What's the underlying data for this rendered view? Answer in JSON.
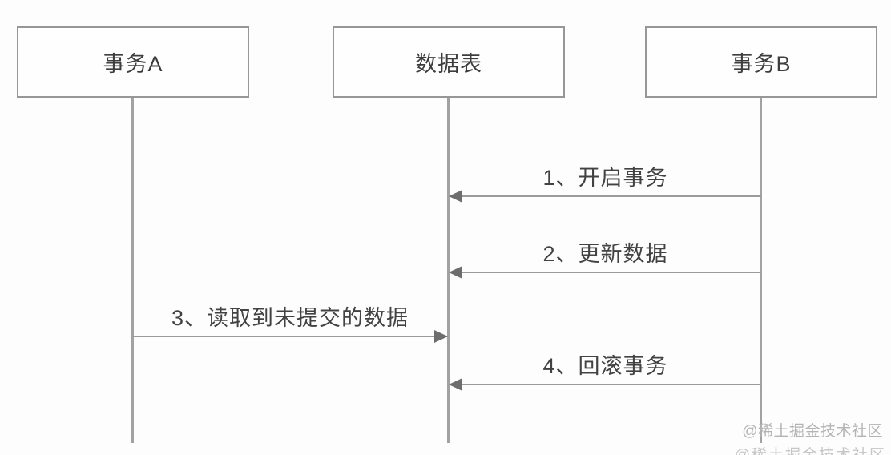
{
  "diagram": {
    "type": "sequence",
    "actors": [
      {
        "id": "transaction-a",
        "label": "事务A"
      },
      {
        "id": "data-table",
        "label": "数据表"
      },
      {
        "id": "transaction-b",
        "label": "事务B"
      }
    ],
    "messages": [
      {
        "order": 1,
        "label": "1、开启事务",
        "from": "transaction-b",
        "to": "data-table",
        "direction": "left"
      },
      {
        "order": 2,
        "label": "2、更新数据",
        "from": "transaction-b",
        "to": "data-table",
        "direction": "left"
      },
      {
        "order": 3,
        "label": "3、读取到未提交的数据",
        "from": "transaction-a",
        "to": "data-table",
        "direction": "right"
      },
      {
        "order": 4,
        "label": "4、回滚事务",
        "from": "transaction-b",
        "to": "data-table",
        "direction": "left"
      }
    ],
    "watermark": "@稀土掘金技术社区"
  },
  "colors": {
    "background": "#fdfdfd",
    "box_border": "#979797",
    "line": "#9b9b9b",
    "arrowhead": "#6d6d6d",
    "text": "#3d3d3d",
    "watermark": "#b4b4b4"
  }
}
